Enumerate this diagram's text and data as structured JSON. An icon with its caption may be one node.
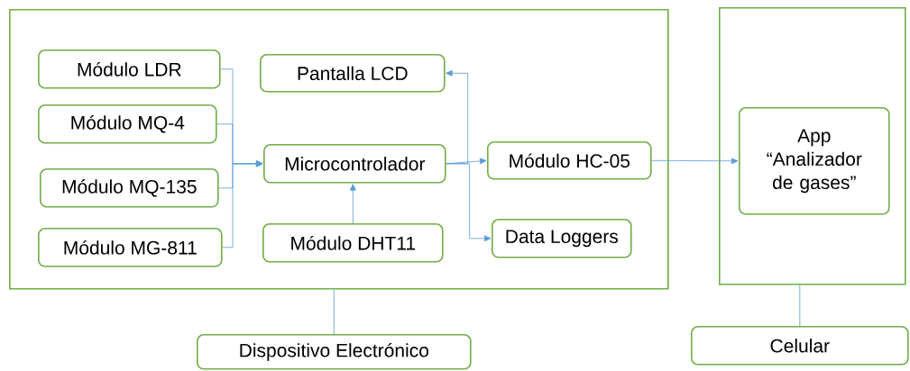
{
  "diagram": {
    "nodes": [
      {
        "text": [],
        "shape": "box"
      },
      {
        "text": [
          "Módulo LDR"
        ],
        "in": 0
      },
      {
        "text": [
          "Módulo MQ-4"
        ],
        "in": 0
      },
      {
        "text": [
          "Módulo MQ-135"
        ],
        "in": 0
      },
      {
        "text": [
          "Módulo MG-811"
        ],
        "in": 0
      },
      {
        "text": [
          "Pantalla LCD"
        ],
        "in": 0
      },
      {
        "text": [
          "Microcontrolador"
        ],
        "in": 0
      },
      {
        "text": [
          "Módulo DHT11"
        ],
        "in": 0
      },
      {
        "text": [
          "Módulo HC-05"
        ],
        "in": 0
      },
      {
        "text": [
          "Data Loggers"
        ],
        "in": 0
      },
      {
        "text": [],
        "shape": "box"
      },
      {
        "text": [
          "App “Analizador de gases”"
        ],
        "in": 10
      },
      {
        "text": [
          "Dispositivo Electrónico"
        ]
      },
      {
        "text": [
          "Celular"
        ]
      }
    ],
    "edges": [
      {
        "from": 1,
        "to": 6,
        "arrow": "to"
      },
      {
        "from": 2,
        "to": 6,
        "arrow": "to"
      },
      {
        "from": 3,
        "to": 6,
        "arrow": "to"
      },
      {
        "from": 4,
        "to": 6,
        "arrow": "to"
      },
      {
        "from": 7,
        "to": 6,
        "arrow": "to"
      },
      {
        "from": 6,
        "to": 5,
        "arrow": "to"
      },
      {
        "from": 6,
        "to": 8,
        "arrow": "to"
      },
      {
        "from": 6,
        "to": 9,
        "arrow": "to"
      },
      {
        "from": 8,
        "to": 11,
        "arrow": "to"
      },
      {
        "from": 0,
        "to": 12,
        "arrow": "none"
      },
      {
        "from": 10,
        "to": 13,
        "arrow": "none"
      }
    ]
  }
}
